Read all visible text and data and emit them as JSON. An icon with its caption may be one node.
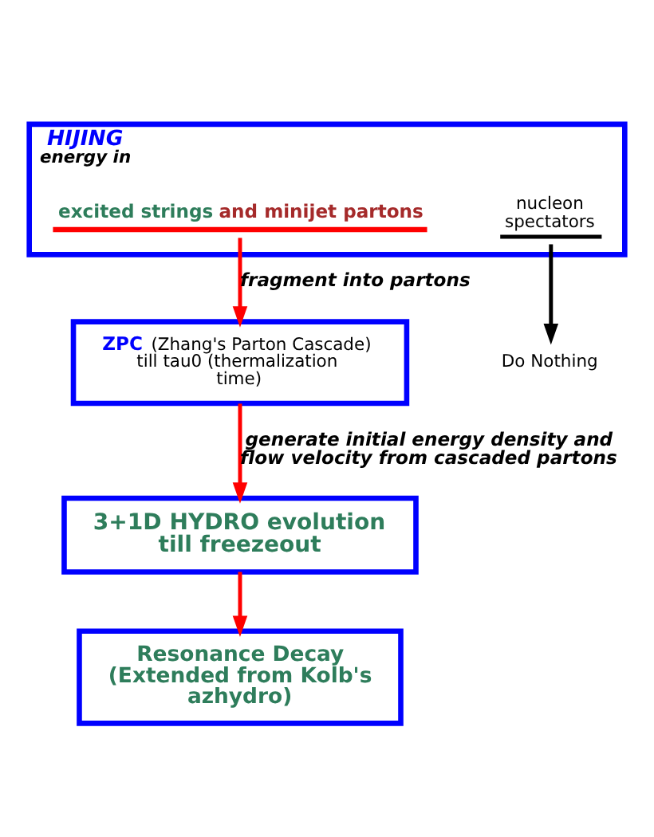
{
  "diagram": {
    "nodes": [
      {
        "text": [
          "HIJING",
          "energy in"
        ]
      },
      {
        "text": [
          "excited strings",
          "and minijet partons"
        ],
        "in": 0
      },
      {
        "text": [
          "nucleon spectators"
        ],
        "in": 0
      },
      {
        "text": [
          "Do Nothing"
        ]
      },
      {
        "text": [
          "ZPC",
          "(Zhang's Parton Cascade) till tau0 (thermalization time)"
        ]
      },
      {
        "text": [
          "3+1D HYDRO evolution till freezeout"
        ]
      },
      {
        "text": [
          "Resonance Decay (Extended from Kolb's azhydro)"
        ]
      }
    ],
    "edges": [
      {
        "from": 1,
        "to": 4,
        "arrow": "to",
        "label": "fragment into partons"
      },
      {
        "from": 2,
        "to": 3,
        "arrow": "to",
        "color": "#000000"
      },
      {
        "from": 4,
        "to": 5,
        "arrow": "to",
        "label": "generate initial energy density and flow velocity from cascaded partons"
      },
      {
        "from": 5,
        "to": 6,
        "arrow": "to"
      }
    ]
  }
}
